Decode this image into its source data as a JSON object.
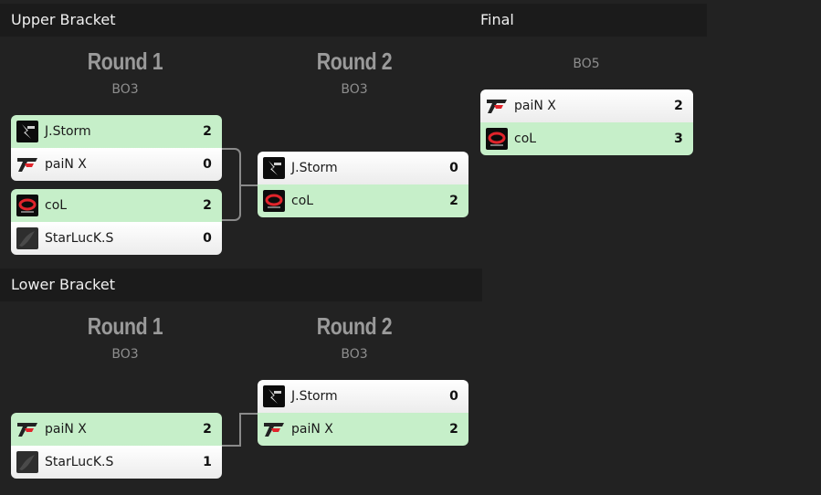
{
  "upper": {
    "header": "Upper Bracket",
    "r1": {
      "title": "Round 1",
      "bo": "BO3"
    },
    "r2": {
      "title": "Round 2",
      "bo": "BO3"
    },
    "m1": [
      {
        "name": "J.Storm",
        "score": "2"
      },
      {
        "name": "paiN X",
        "score": "0"
      }
    ],
    "m2": [
      {
        "name": "coL",
        "score": "2"
      },
      {
        "name": "StarLucK.S",
        "score": "0"
      }
    ],
    "m3": [
      {
        "name": "J.Storm",
        "score": "0"
      },
      {
        "name": "coL",
        "score": "2"
      }
    ]
  },
  "final": {
    "header": "Final",
    "bo": "BO5",
    "m": [
      {
        "name": "paiN X",
        "score": "2"
      },
      {
        "name": "coL",
        "score": "3"
      }
    ]
  },
  "lower": {
    "header": "Lower Bracket",
    "r1": {
      "title": "Round 1",
      "bo": "BO3"
    },
    "r2": {
      "title": "Round 2",
      "bo": "BO3"
    },
    "m1": [
      {
        "name": "paiN X",
        "score": "2"
      },
      {
        "name": "StarLucK.S",
        "score": "1"
      }
    ],
    "m2": [
      {
        "name": "J.Storm",
        "score": "0"
      },
      {
        "name": "paiN X",
        "score": "2"
      }
    ]
  },
  "logos": {
    "jstorm": "jstorm-logo-icon",
    "painx": "pain-x-logo-icon",
    "col": "complexity-logo-icon",
    "starluck": "starluck-logo-icon"
  },
  "colors": {
    "background": "#222222",
    "header_bg": "#1b1b1b",
    "winner_row": "#c6efc9",
    "loser_row": "#ffffff",
    "connector": "#8a8a8a"
  }
}
